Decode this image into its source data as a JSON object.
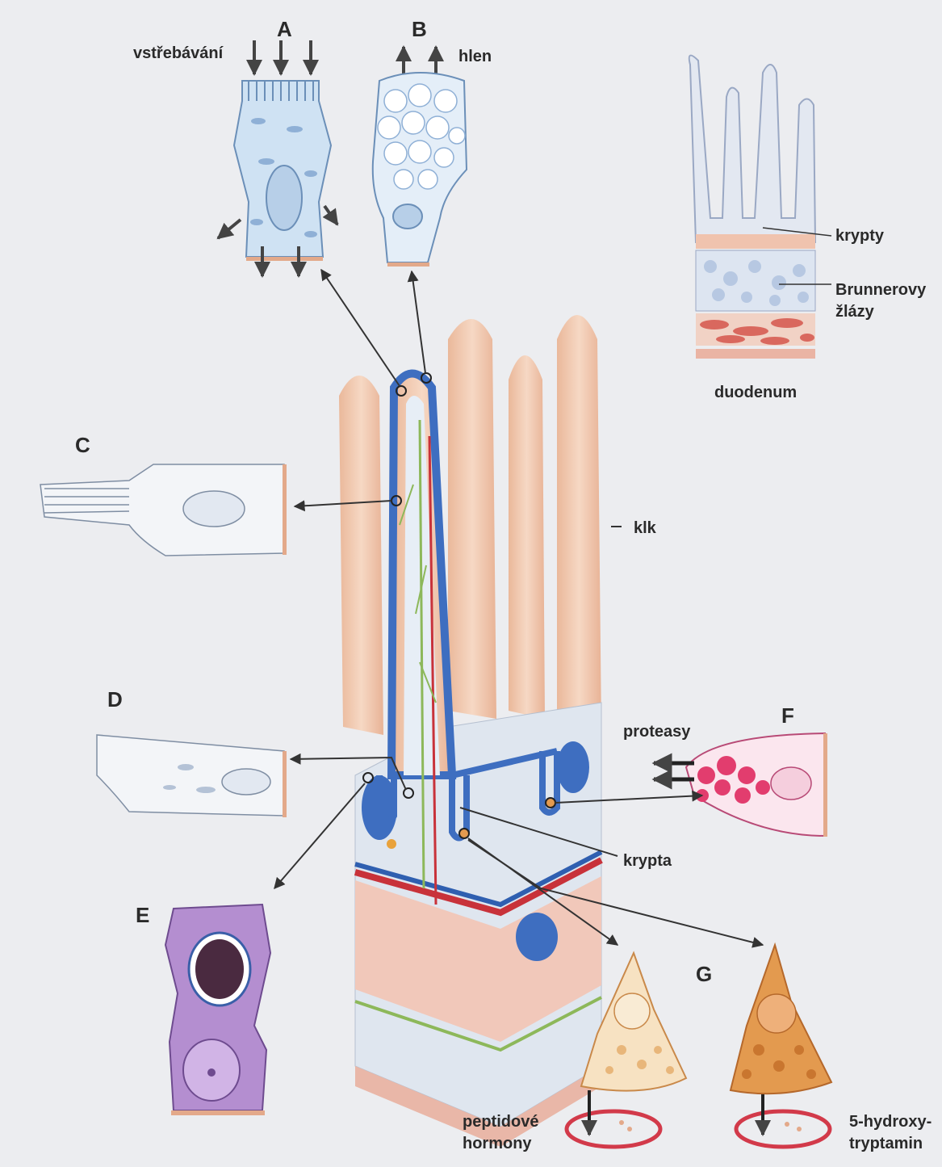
{
  "panels": {
    "A": "A",
    "B": "B",
    "C": "C",
    "D": "D",
    "E": "E",
    "F": "F",
    "G": "G"
  },
  "labels": {
    "vstrebavani": "vstřebávání",
    "hlen": "hlen",
    "krypty": "krypty",
    "brunnerovy_1": "Brunnerovy",
    "brunnerovy_2": "žlázy",
    "duodenum": "duodenum",
    "klk": "klk",
    "proteasy": "proteasy",
    "krypta": "krypta",
    "peptidove_1": "peptidové",
    "peptidove_2": "hormony",
    "hydroxy_1": "5-hydroxy-",
    "hydroxy_2": "tryptamin"
  },
  "colors": {
    "background": "#ecedf0",
    "villus": "#f3cdb3",
    "epithelium": "#4f86c6",
    "cell_blue": "#cfe2f3",
    "cell_purple": "#b48ed0",
    "cell_pink": "#e23d6e",
    "cell_orange": "#e39a4f",
    "vessel_red": "#c8323a",
    "vessel_blue": "#2f5fb0",
    "lacteal_green": "#8db85a"
  }
}
